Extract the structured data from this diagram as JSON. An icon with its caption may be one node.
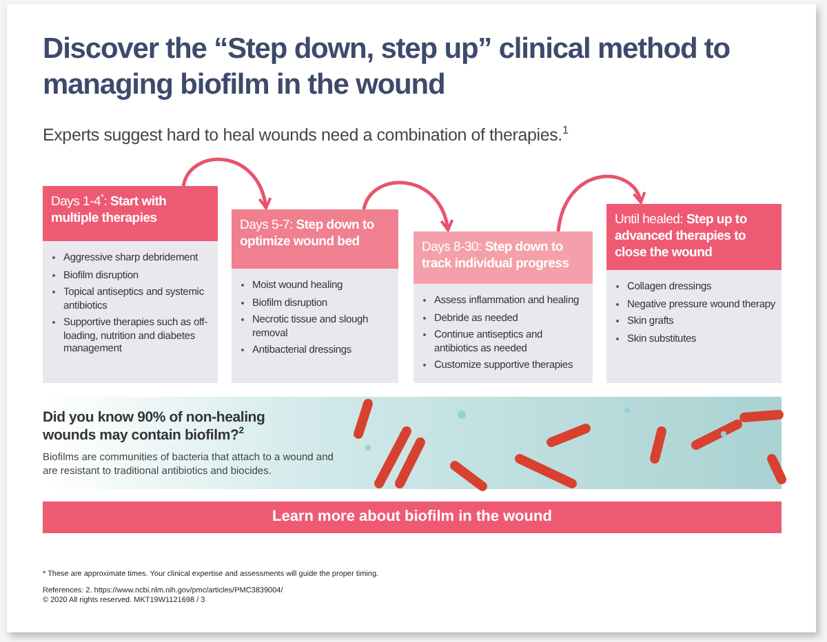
{
  "diagram": {
    "title": "Discover the “Step down, step up” clinical method to **managing biofilm in the wound**",
    "nodes": [
      {
        "text": [
          "Days 1-4$^{*}$: **Start with multiple therapies**",
          "Aggressive sharp debridement",
          "Biofilm disruption",
          "Topical antiseptics and systemic antibiotics",
          "Supportive therapies such as off-loading, nutrition and diabetes management"
        ]
      },
      {
        "text": [
          "Days 5-7: **Step down to optimize wound bed**",
          "Moist wound healing",
          "Biofilm disruption",
          "Necrotic tissue and slough removal",
          "Antibacterial dressings"
        ]
      },
      {
        "text": [
          "Days 8-30: **Step down to track individual progress**",
          "Assess inflammation and healing",
          "Debride as needed",
          "Continue antiseptics and antibiotics as needed",
          "Customize supportive therapies"
        ]
      },
      {
        "text": [
          "Until healed: **Step up to advanced therapies to close the wound**",
          "Collagen dressings",
          "Negative pressure wound therapy",
          "Skin grafts",
          "Skin substitutes"
        ]
      }
    ],
    "edges": [
      {
        "from": 0,
        "to": 1,
        "arrow": "to"
      },
      {
        "from": 1,
        "to": 2,
        "arrow": "to"
      },
      {
        "from": 2,
        "to": 3,
        "arrow": "to"
      }
    ],
    "labels": [
      "Experts suggest hard to heal wounds need a combination of therapies.$^{1}$",
      "**Did you know** 90% of non-healing wounds may contain biofilm?$^{2}$",
      "Biofilms are communities of bacteria that attach to a wound and are resistant to traditional antibiotics and biocides.",
      "Learn more about biofilm in the wound",
      "* These are approximate times. Your clinical expertise and assessments will guide the proper timing.",
      "References: 2. https://www.ncbi.nlm.nih.gov/pmc/articles/PMC3839004/",
      "© 2020 All rights reserved. MKT19W1121698 / 3"
    ]
  }
}
